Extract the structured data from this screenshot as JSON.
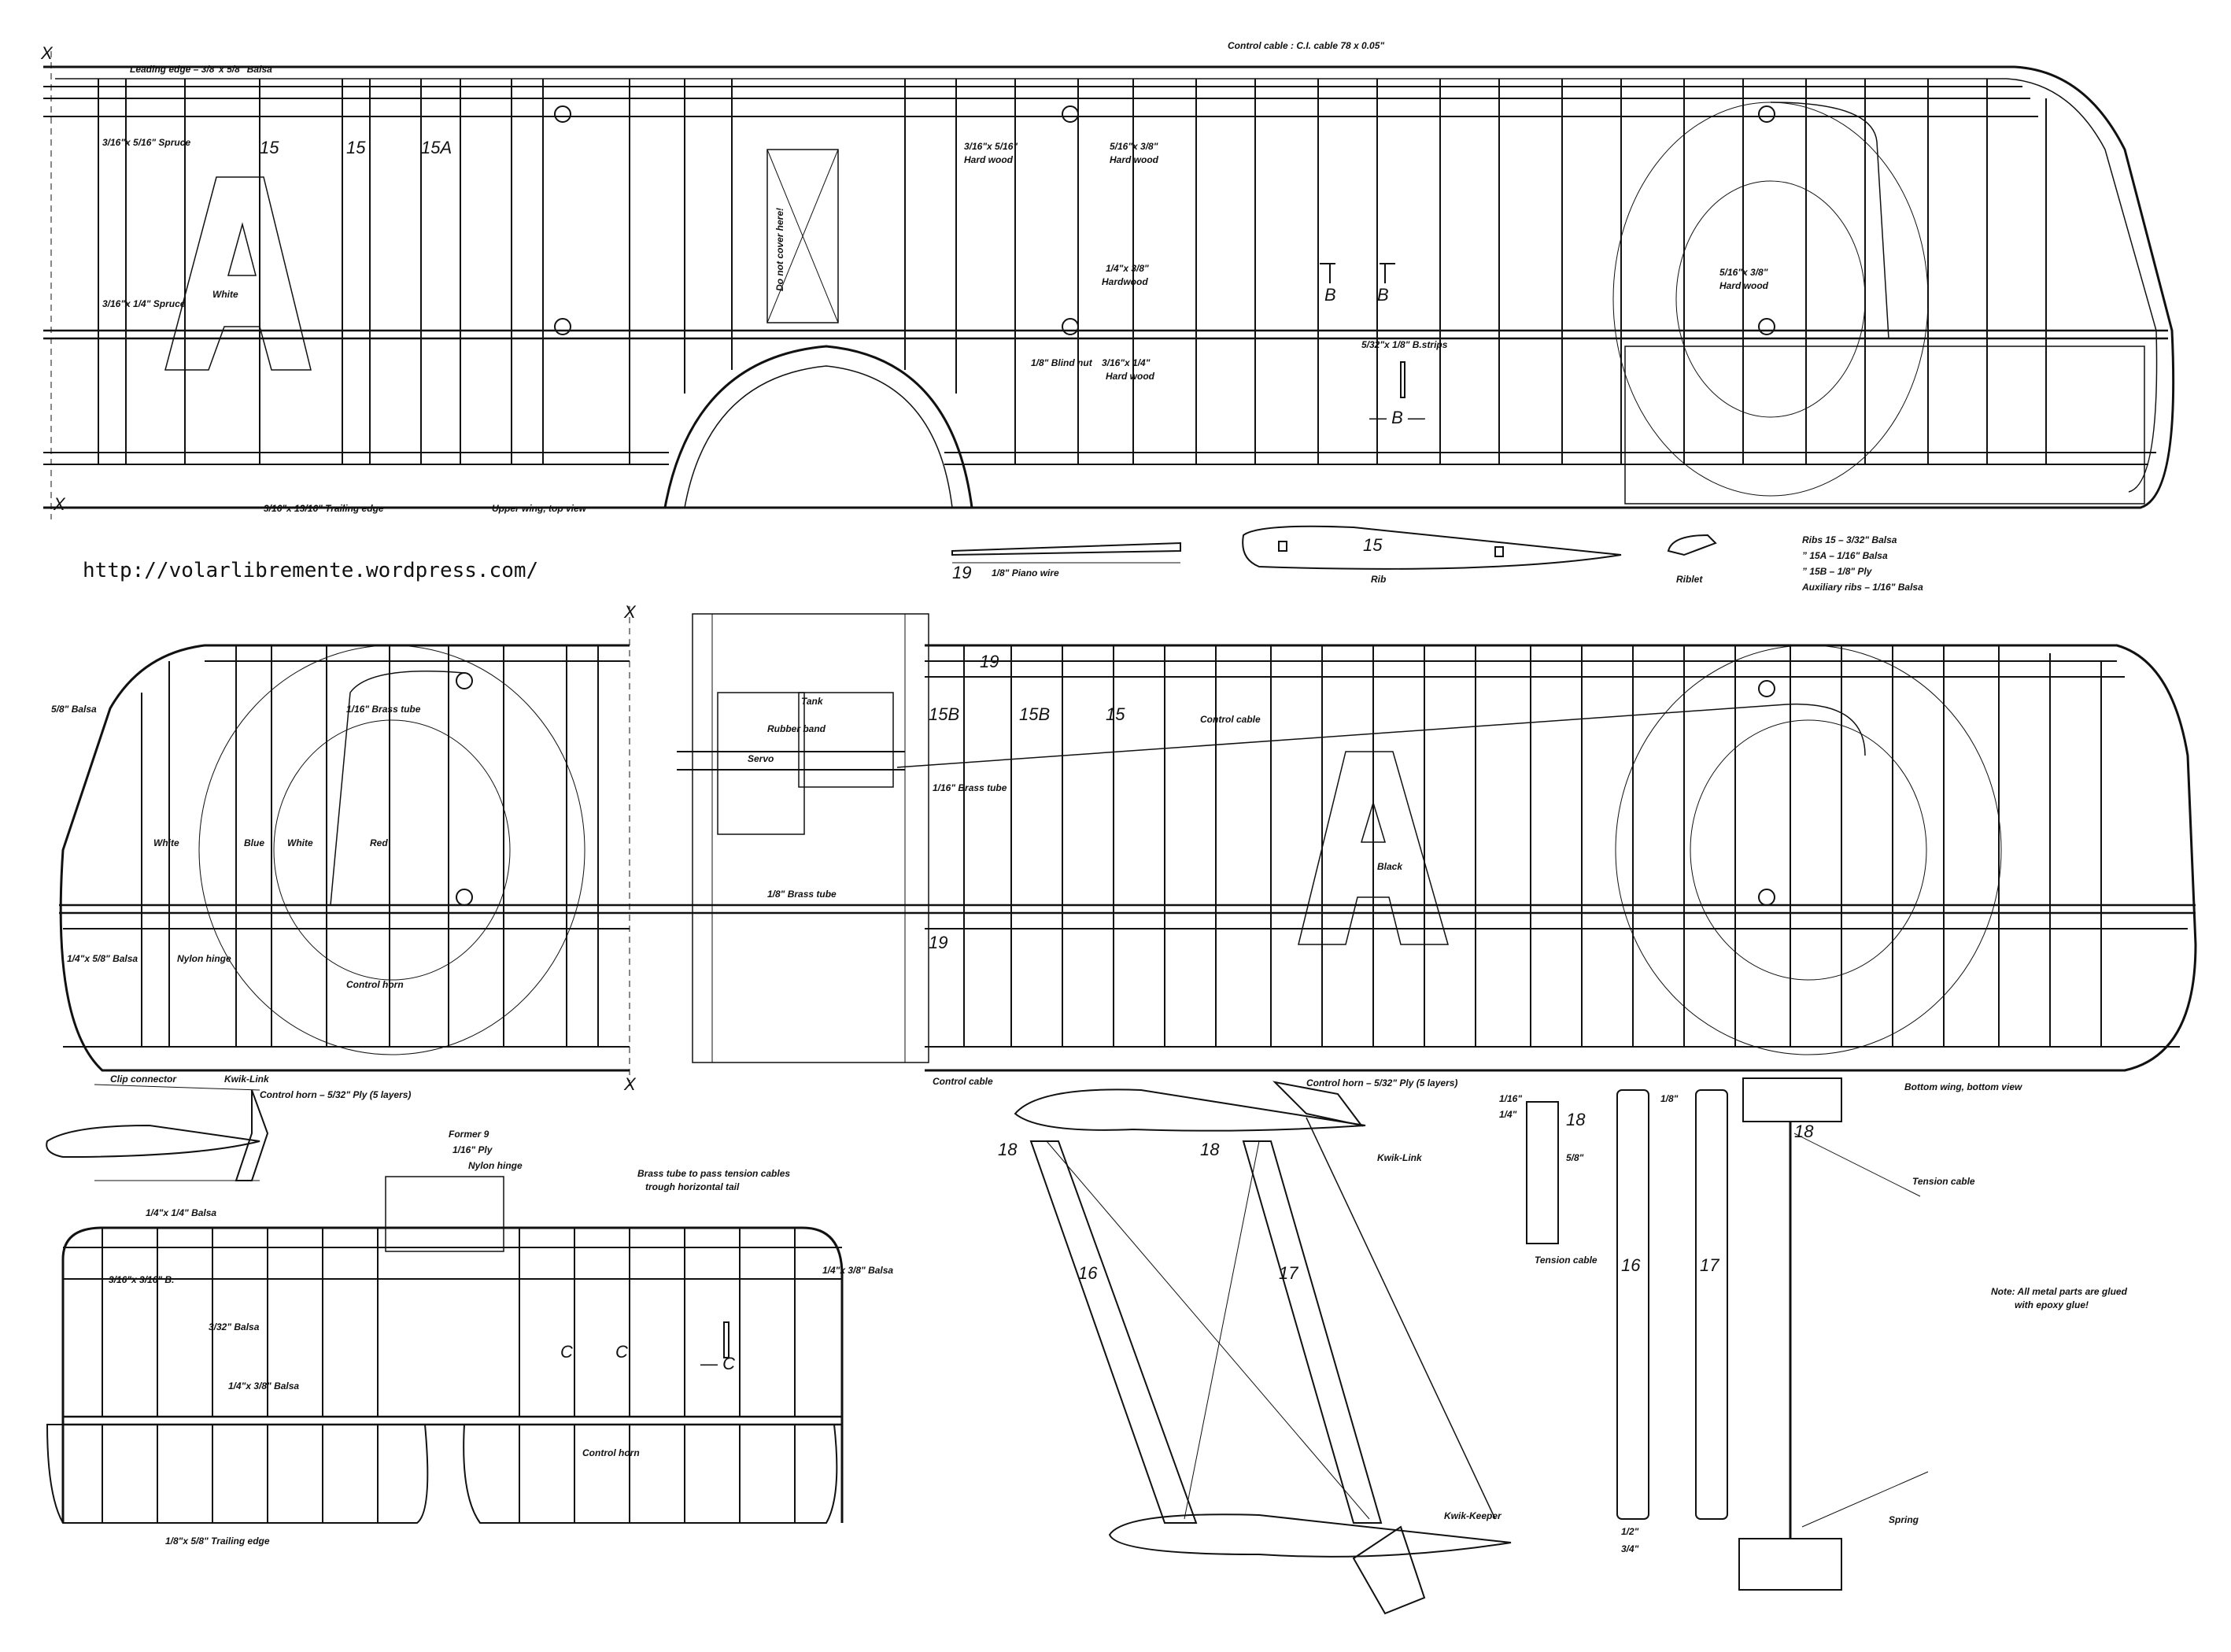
{
  "url": "http://volarlibremente.wordpress.com/",
  "upper_wing": {
    "x_mark": "X",
    "labels": {
      "leading_edge": "Leading edge – 3/8\"x 5/8\" Balsa",
      "control_cable": "Control cable : C.I. cable 78 x 0.05\"",
      "spruce_top": "3/16\"x 5/16\" Spruce",
      "spruce_spar": "3/16\"x 1/4\" Spruce",
      "rib_15": "15",
      "rib_15b": "15",
      "rib_15a": "15A",
      "letter_a": "A",
      "white": "White",
      "do_not_cover": "Do not cover here!",
      "hardwood_a": "3/16\"x 5/16\"",
      "hardwood_a2": "Hard wood",
      "hardwood_b": "5/16\"x 3/8\"",
      "hardwood_b2": "Hard wood",
      "hardwood_c": "1/4\"x 3/8\"",
      "hardwood_c2": "Hardwood",
      "blind_nut": "1/8\" Blind nut",
      "hardwood_d": "3/16\"x 1/4\"",
      "hardwood_d2": "Hard wood",
      "section_b": "B",
      "strips": "5/32\"x 1/8\" B.strips",
      "section_b_line": "— B —",
      "hardwood_e": "5/16\"x 3/8\"",
      "hardwood_e2": "Hard wood",
      "trailing_edge": "3/16\"x 13/16\" Trailing edge",
      "top_view": "Upper wing, top view"
    }
  },
  "rib_details": {
    "wire_num": "19",
    "wire_label": "1/8\" Piano wire",
    "rib_num": "15",
    "rib_label": "Rib",
    "riblet_label": "Riblet",
    "notes": [
      "Ribs  15 – 3/32\" Balsa",
      "”  15A – 1/16\" Balsa",
      "”  15B – 1/8\" Ply",
      "Auxiliary ribs – 1/16\" Balsa"
    ]
  },
  "lower_wing": {
    "labels": {
      "balsa_58": "5/8\" Balsa",
      "brass_tube_a": "1/16\" Brass tube",
      "tank": "Tank",
      "rubber_band": "Rubber band",
      "servo": "Servo",
      "brass_tube_b": "1/16\" Brass tube",
      "brass_tube_c": "1/8\" Brass tube",
      "rib_15b_a": "15B",
      "rib_15b_b": "15B",
      "rib_15": "15",
      "rib_19a": "19",
      "rib_19b": "19",
      "control_cable": "Control cable",
      "white_a": "White",
      "blue": "Blue",
      "white_b": "White",
      "red": "Red",
      "letter_a": "A",
      "black": "Black",
      "balsa_a": "1/4\"x 5/8\" Balsa",
      "nylon_hinge": "Nylon hinge",
      "control_horn": "Control horn",
      "bottom_view": "Bottom wing, bottom view"
    }
  },
  "control_horn": {
    "clip_connector": "Clip connector",
    "kwik_link": "Kwik-Link",
    "horn_spec": "Control horn – 5/32\" Ply (5 layers)"
  },
  "tail": {
    "former": "Former 9",
    "ply": "1/16\" Ply",
    "nylon_hinge": "Nylon hinge",
    "brass_tube_note": "Brass tube to pass tension cables",
    "brass_tube_note2": "trough horizontal tail",
    "balsa_a": "1/4\"x 1/4\" Balsa",
    "balsa_b": "1/4\"x 3/8\" Balsa",
    "b_316": "3/16\"x 3/16\" B.",
    "balsa_332": "3/32\" Balsa",
    "balsa_c": "1/4\"x 3/8\" Balsa",
    "section_c1": "C",
    "section_c2": "C",
    "section_c3": "— C",
    "control_horn": "Control horn",
    "trailing_edge": "1/8\"x 5/8\" Trailing edge"
  },
  "struts": {
    "control_cable": "Control cable",
    "horn_spec": "Control horn – 5/32\" Ply (5 layers)",
    "kwik_link": "Kwik-Link",
    "kwik_keeper": "Kwik-Keeper",
    "num_18a": "18",
    "num_18b": "18",
    "num_16": "16",
    "num_17": "17"
  },
  "strut_details": {
    "num_18": "18",
    "dim_116": "1/16\"",
    "dim_14": "1/4\"",
    "dim_58": "5/8\"",
    "tension_cable": "Tension cable",
    "num_16": "16",
    "num_17": "17",
    "dim_18": "1/8\"",
    "dim_12": "1/2\"",
    "dim_34": "3/4\"",
    "tension_cable_b": "Tension cable",
    "num_18b": "18",
    "spring": "Spring",
    "note": "Note: All metal parts are glued",
    "note2": "with epoxy glue!"
  }
}
